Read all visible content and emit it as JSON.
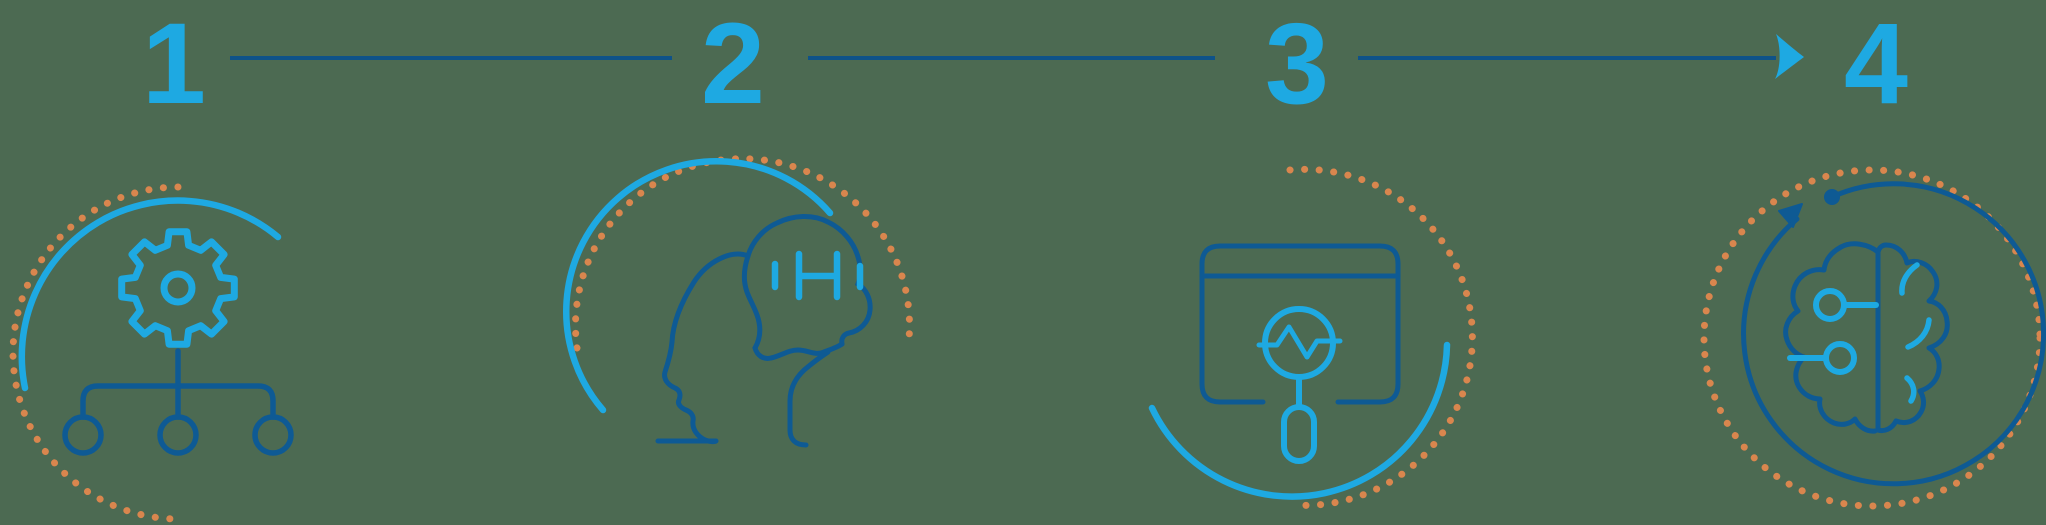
{
  "diagram": {
    "type": "process-steps",
    "background_color": "#4c6a52",
    "colors": {
      "cyan": "#1ea9e2",
      "dark_blue": "#0e5a94",
      "connector_blue": "#0e5288",
      "orange": "#d9864e"
    },
    "steps": [
      {
        "number": "1",
        "icon": "gear-hierarchy-icon"
      },
      {
        "number": "2",
        "icon": "head-dumbbell-icon"
      },
      {
        "number": "3",
        "icon": "window-magnifier-icon"
      },
      {
        "number": "4",
        "icon": "brain-circuit-icon"
      }
    ],
    "connectors": [
      {
        "from": "1",
        "to": "2",
        "arrowhead": false
      },
      {
        "from": "2",
        "to": "3",
        "arrowhead": false
      },
      {
        "from": "3",
        "to": "4",
        "arrowhead": true
      }
    ]
  }
}
